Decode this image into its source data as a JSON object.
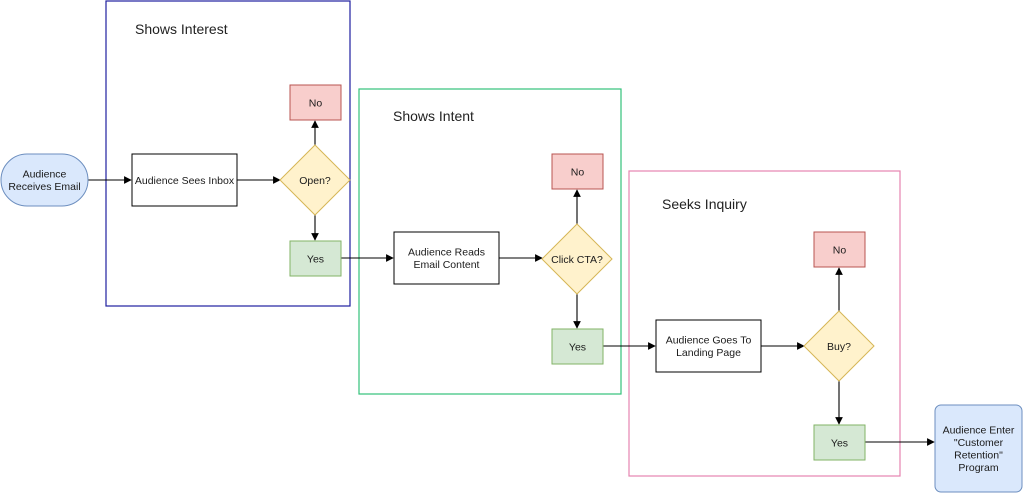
{
  "groups": [
    {
      "id": "interest",
      "title": "Shows Interest",
      "color": "#1f1f9f"
    },
    {
      "id": "intent",
      "title": "Shows Intent",
      "color": "#33c27a"
    },
    {
      "id": "inquiry",
      "title": "Seeks Inquiry",
      "color": "#e584b0"
    }
  ],
  "nodes": {
    "start": {
      "lines": [
        "Audience",
        "Receives Email"
      ],
      "fill": "#dae8fc",
      "stroke": "#6c8ebf"
    },
    "sees_inbox": {
      "lines": [
        "Audience Sees Inbox"
      ],
      "fill": "#ffffff",
      "stroke": "#000000"
    },
    "open": {
      "lines": [
        "Open?"
      ],
      "fill": "#fff2cc",
      "stroke": "#d6b656"
    },
    "no1": {
      "lines": [
        "No"
      ],
      "fill": "#f8cecc",
      "stroke": "#b85450"
    },
    "yes1": {
      "lines": [
        "Yes"
      ],
      "fill": "#d5e8d4",
      "stroke": "#82b366"
    },
    "reads": {
      "lines": [
        "Audience Reads",
        "Email Content"
      ],
      "fill": "#ffffff",
      "stroke": "#000000"
    },
    "click_cta": {
      "lines": [
        "Click CTA?"
      ],
      "fill": "#fff2cc",
      "stroke": "#d6b656"
    },
    "no2": {
      "lines": [
        "No"
      ],
      "fill": "#f8cecc",
      "stroke": "#b85450"
    },
    "yes2": {
      "lines": [
        "Yes"
      ],
      "fill": "#d5e8d4",
      "stroke": "#82b366"
    },
    "landing": {
      "lines": [
        "Audience Goes To",
        "Landing Page"
      ],
      "fill": "#ffffff",
      "stroke": "#000000"
    },
    "buy": {
      "lines": [
        "Buy?"
      ],
      "fill": "#fff2cc",
      "stroke": "#d6b656"
    },
    "no3": {
      "lines": [
        "No"
      ],
      "fill": "#f8cecc",
      "stroke": "#b85450"
    },
    "yes3": {
      "lines": [
        "Yes"
      ],
      "fill": "#d5e8d4",
      "stroke": "#82b366"
    },
    "retention": {
      "lines": [
        "Audience Enter",
        "\"Customer",
        "Retention\"",
        "Program"
      ],
      "fill": "#dae8fc",
      "stroke": "#6c8ebf"
    }
  }
}
